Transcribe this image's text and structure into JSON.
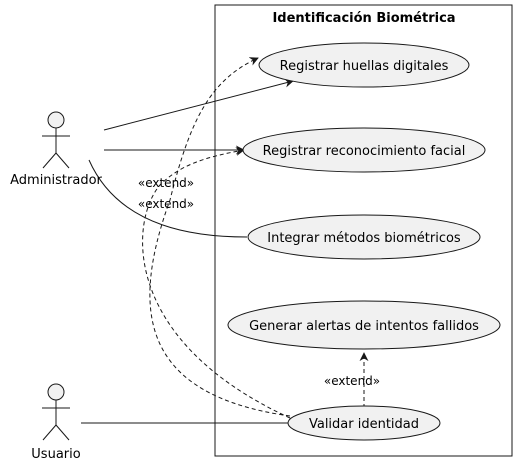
{
  "diagram": {
    "type": "uml-use-case",
    "system": {
      "title": "Identificación Biométrica"
    },
    "actors": [
      {
        "id": "admin",
        "label": "Administrador"
      },
      {
        "id": "user",
        "label": "Usuario"
      }
    ],
    "use_cases": [
      {
        "id": "uc1",
        "label": "Registrar huellas digitales"
      },
      {
        "id": "uc2",
        "label": "Registrar reconocimiento facial"
      },
      {
        "id": "uc3",
        "label": "Integrar métodos biométricos"
      },
      {
        "id": "uc4",
        "label": "Generar alertas de intentos fallidos"
      },
      {
        "id": "uc5",
        "label": "Validar identidad"
      }
    ],
    "associations": [
      {
        "from": "admin",
        "to": "uc1",
        "arrow": true
      },
      {
        "from": "admin",
        "to": "uc2",
        "arrow": true
      },
      {
        "from": "admin",
        "to": "uc3",
        "arrow": false
      },
      {
        "from": "user",
        "to": "uc5",
        "arrow": false
      }
    ],
    "extends": [
      {
        "from": "uc5",
        "to": "uc1",
        "label": "«extend»"
      },
      {
        "from": "uc5",
        "to": "uc2",
        "label": "«extend»"
      },
      {
        "from": "uc5",
        "to": "uc4",
        "label": "«extend»"
      }
    ],
    "colors": {
      "usecase_fill": "#f1f1f1",
      "stroke": "#181818",
      "background": "#ffffff"
    }
  }
}
